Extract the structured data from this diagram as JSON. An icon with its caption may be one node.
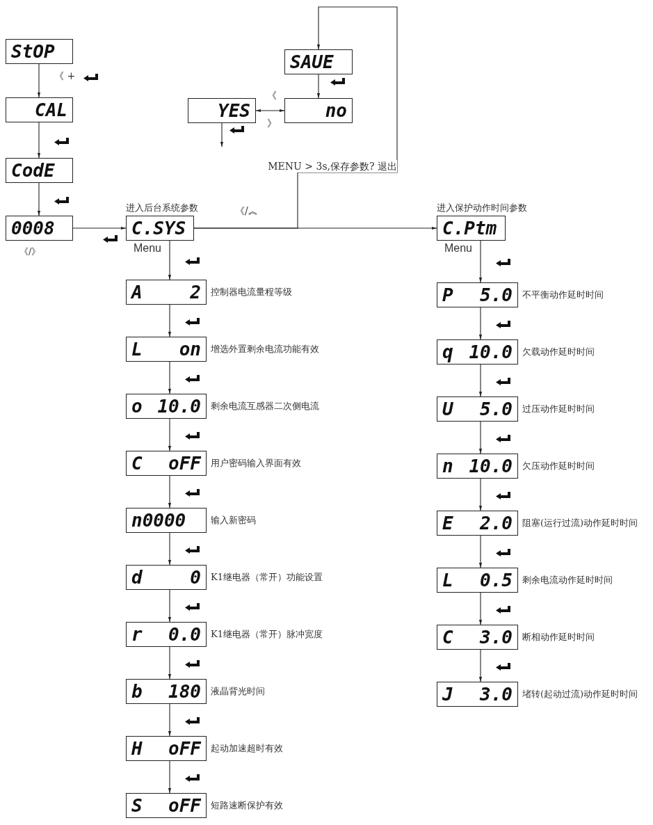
{
  "diagram": {
    "nodes": [
      {
        "text": [
          "StOP"
        ]
      },
      {
        "text": [
          "CAL"
        ]
      },
      {
        "text": [
          "CodE"
        ]
      },
      {
        "text": [
          "0008"
        ],
        "beside": [
          "《/》"
        ]
      },
      {
        "text": [
          "C.SYS"
        ],
        "beside": [
          "进入后台系统参数"
        ]
      },
      {
        "text": [
          "C.Ptm"
        ],
        "beside": [
          "进入保护动作时间参数"
        ]
      },
      {
        "text": [
          "SAUE"
        ]
      },
      {
        "text": [
          "YES"
        ]
      },
      {
        "text": [
          "no"
        ]
      },
      {
        "text": [
          "A 2"
        ],
        "beside": [
          "控制器电流量程等级"
        ]
      },
      {
        "text": [
          "L on"
        ],
        "beside": [
          "增选外置剩余电流功能有效"
        ]
      },
      {
        "text": [
          "o 10.0"
        ],
        "beside": [
          "剩余电流互感器二次侧电流"
        ]
      },
      {
        "text": [
          "C oFF"
        ],
        "beside": [
          "用户密码输入界面有效"
        ]
      },
      {
        "text": [
          "n0000"
        ],
        "beside": [
          "输入新密码"
        ]
      },
      {
        "text": [
          "d 0"
        ],
        "beside": [
          "K1继电器（常开）功能设置"
        ]
      },
      {
        "text": [
          "r 0.0"
        ],
        "beside": [
          "K1继电器（常开）脉冲宽度"
        ]
      },
      {
        "text": [
          "b 180"
        ],
        "beside": [
          "液晶背光时间"
        ]
      },
      {
        "text": [
          "H oFF"
        ],
        "beside": [
          "起动加速超时有效"
        ]
      },
      {
        "text": [
          "S oFF"
        ],
        "beside": [
          "短路速断保护有效"
        ]
      },
      {
        "text": [
          "P 5.0"
        ],
        "beside": [
          "不平衡动作延时时间"
        ]
      },
      {
        "text": [
          "q 10.0"
        ],
        "beside": [
          "欠载动作延时时间"
        ]
      },
      {
        "text": [
          "U 5.0"
        ],
        "beside": [
          "过压动作延时时间"
        ]
      },
      {
        "text": [
          "n 10.0"
        ],
        "beside": [
          "欠压动作延时时间"
        ]
      },
      {
        "text": [
          "E 2.0"
        ],
        "beside": [
          "阻塞(运行过流)动作延时时间"
        ]
      },
      {
        "text": [
          "L 0.5"
        ],
        "beside": [
          "剩余电流动作延时时间"
        ]
      },
      {
        "text": [
          "C 3.0"
        ],
        "beside": [
          "断相动作延时时间"
        ]
      },
      {
        "text": [
          "J 3.0"
        ],
        "beside": [
          "堵转(起动过流)动作延时时间"
        ]
      }
    ],
    "edges": [
      {
        "from": 0,
        "to": 1,
        "arrow": "to",
        "label": "《 +"
      },
      {
        "from": 1,
        "to": 2,
        "arrow": "to"
      },
      {
        "from": 2,
        "to": 3,
        "arrow": "to"
      },
      {
        "from": 3,
        "to": 4,
        "arrow": "to"
      },
      {
        "from": 4,
        "to": 5,
        "arrow": "to",
        "label": "《/︽"
      },
      {
        "from": 4,
        "to": 6,
        "arrow": "to",
        "label": "MENU > 3s,保存参数? 退出"
      },
      {
        "from": 6,
        "to": 8,
        "arrow": "to"
      },
      {
        "from": 7,
        "to": 8,
        "arrow": "both",
        "label": "《"
      },
      {
        "from": 7,
        "to": null,
        "arrow": "to"
      },
      {
        "from": 4,
        "to": 9,
        "arrow": "to",
        "label": "Menu"
      },
      {
        "from": 9,
        "to": 10,
        "arrow": "to"
      },
      {
        "from": 10,
        "to": 11,
        "arrow": "to"
      },
      {
        "from": 11,
        "to": 12,
        "arrow": "to"
      },
      {
        "from": 12,
        "to": 13,
        "arrow": "to"
      },
      {
        "from": 13,
        "to": 14,
        "arrow": "to"
      },
      {
        "from": 14,
        "to": 15,
        "arrow": "to"
      },
      {
        "from": 15,
        "to": 16,
        "arrow": "to"
      },
      {
        "from": 16,
        "to": 17,
        "arrow": "to"
      },
      {
        "from": 17,
        "to": 18,
        "arrow": "to"
      },
      {
        "from": 5,
        "to": 19,
        "arrow": "to",
        "label": "Menu"
      },
      {
        "from": 19,
        "to": 20,
        "arrow": "to"
      },
      {
        "from": 20,
        "to": 21,
        "arrow": "to"
      },
      {
        "from": 21,
        "to": 22,
        "arrow": "to"
      },
      {
        "from": 22,
        "to": 23,
        "arrow": "to"
      },
      {
        "from": 23,
        "to": 24,
        "arrow": "to"
      },
      {
        "from": 24,
        "to": 25,
        "arrow": "to"
      },
      {
        "from": 25,
        "to": 26,
        "arrow": "to"
      }
    ],
    "labels": [
      "》"
    ]
  }
}
